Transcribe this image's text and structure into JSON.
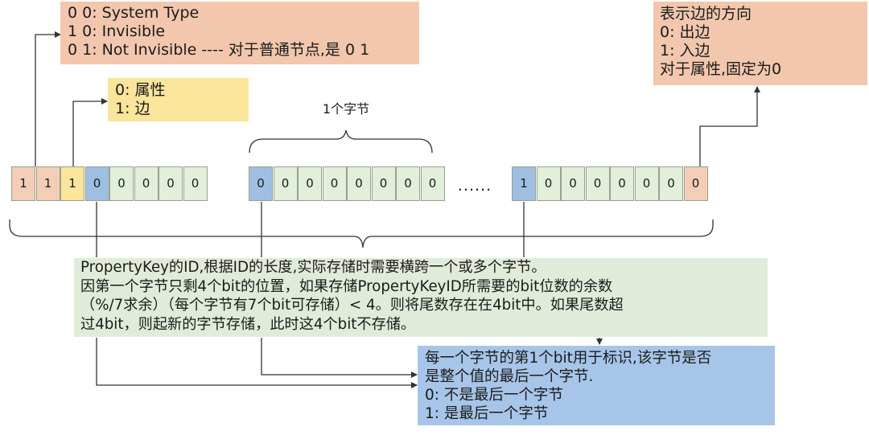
{
  "colors": {
    "flags": "#f2c7ad",
    "flags_cell": "#f3ceb7",
    "type_note": "#fbe59a",
    "type_cell": "#fbe59a",
    "marker_cell": "#9fbfe2",
    "data_cell": "#e2efdb",
    "id_note": "#e0ecd9",
    "marker_note": "#a7c5e8",
    "line": "#333333"
  },
  "notes": {
    "flags": [
      "0 0: System Type",
      "1 0: Invisible",
      "0 1: Not Invisible ---- 对于普通节点,是 0 1"
    ],
    "entity_type": [
      "0: 属性",
      "1: 边"
    ],
    "direction": [
      "表示边的方向",
      "0: 出边",
      "1: 入边",
      "对于属性,固定为0"
    ],
    "id_length": [
      "PropertyKey的ID,根据ID的长度,实际存储时需要横跨一个或多个字节。",
      "因第一个字节只剩4个bit的位置，如果存储PropertyKeyID所需要的bit位数的余数",
      "（%/7求余）（每个字节有7个bit可存储）< 4。则将尾数存在在4bit中。如果尾数超",
      "过4bit，则起新的字节存储，此时这4个bit不存储。"
    ],
    "marker_bit": [
      "每一个字节的第1个bit用于标识,该字节是否",
      "是整个值的最后一个字节.",
      "0: 不是最后一个字节",
      "1: 是最后一个字节"
    ]
  },
  "byte_label": "1个字节",
  "ellipsis": "......",
  "bytes": [
    {
      "bits": [
        {
          "v": "1",
          "kind": "flags"
        },
        {
          "v": "1",
          "kind": "flags"
        },
        {
          "v": "1",
          "kind": "type"
        },
        {
          "v": "0",
          "kind": "marker"
        },
        {
          "v": "0",
          "kind": "data"
        },
        {
          "v": "0",
          "kind": "data"
        },
        {
          "v": "0",
          "kind": "data"
        },
        {
          "v": "0",
          "kind": "data"
        }
      ]
    },
    {
      "bits": [
        {
          "v": "0",
          "kind": "marker"
        },
        {
          "v": "0",
          "kind": "data"
        },
        {
          "v": "0",
          "kind": "data"
        },
        {
          "v": "0",
          "kind": "data"
        },
        {
          "v": "0",
          "kind": "data"
        },
        {
          "v": "0",
          "kind": "data"
        },
        {
          "v": "0",
          "kind": "data"
        },
        {
          "v": "0",
          "kind": "data"
        }
      ]
    },
    {
      "bits": [
        {
          "v": "1",
          "kind": "marker"
        },
        {
          "v": "0",
          "kind": "data"
        },
        {
          "v": "0",
          "kind": "data"
        },
        {
          "v": "0",
          "kind": "data"
        },
        {
          "v": "0",
          "kind": "data"
        },
        {
          "v": "0",
          "kind": "data"
        },
        {
          "v": "0",
          "kind": "data"
        },
        {
          "v": "0",
          "kind": "direction"
        }
      ]
    }
  ]
}
